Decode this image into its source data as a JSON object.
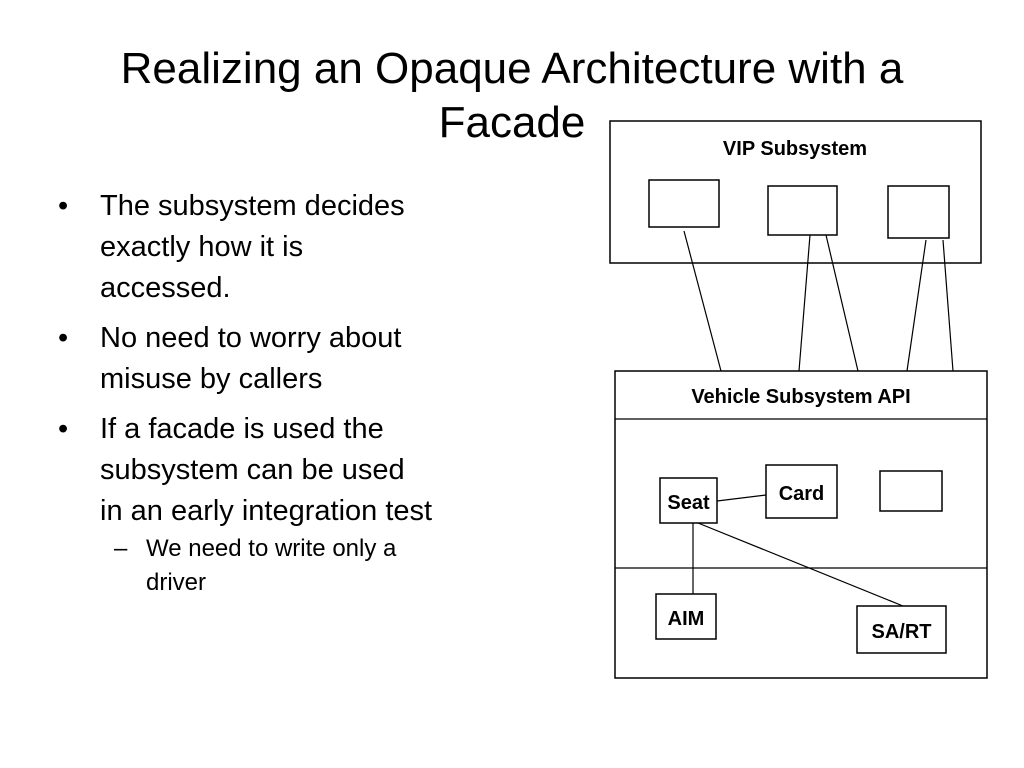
{
  "slide": {
    "title": "Realizing an Opaque Architecture with a\nFacade",
    "bullets": [
      {
        "marker": "•",
        "text": "The subsystem decides\nexactly how it is\naccessed."
      },
      {
        "marker": "•",
        "text": "No need to worry about\nmisuse by callers"
      },
      {
        "marker": "•",
        "text": "If a facade is used the\nsubsystem can be used\nin an early integration test"
      }
    ],
    "sub_bullets": [
      {
        "marker": "–",
        "text": "We need to write only a\ndriver"
      }
    ]
  },
  "diagram": {
    "vip_subsystem_label": "VIP Subsystem",
    "vehicle_api_label": "Vehicle  Subsystem API",
    "components": {
      "seat": "Seat",
      "card": "Card",
      "aim": "AIM",
      "sart": "SA/RT"
    }
  }
}
